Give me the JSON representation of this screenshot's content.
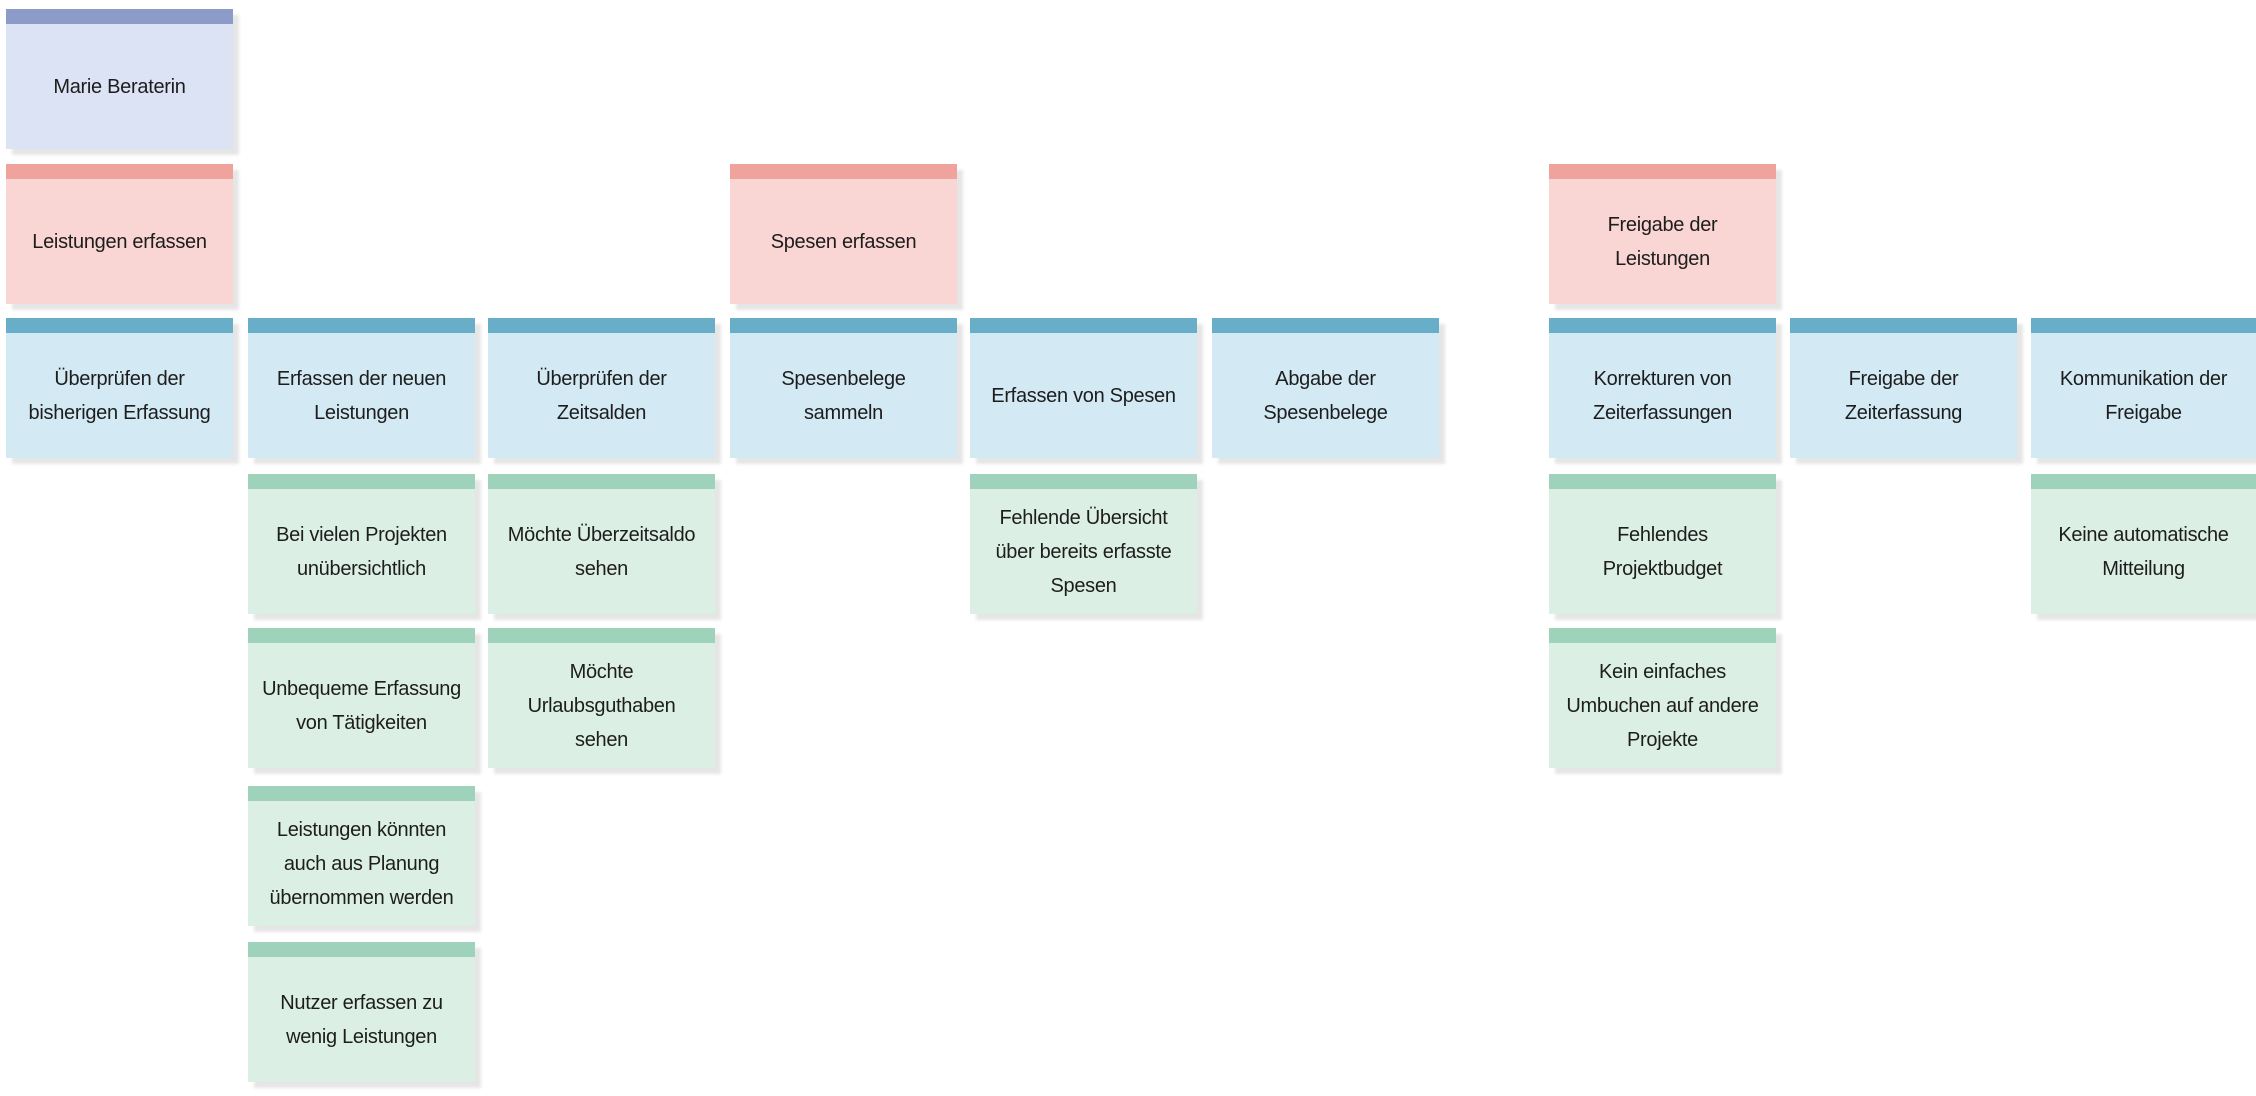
{
  "persona": {
    "label": "Marie Beraterin"
  },
  "steps": [
    {
      "label": "Leistungen erfassen"
    },
    {
      "label": "Spesen erfassen"
    },
    {
      "label": "Freigabe der Leistungen"
    }
  ],
  "tasks": [
    {
      "label": "Überprüfen der bisherigen Erfassung",
      "pain_points": []
    },
    {
      "label": "Erfassen der neuen Leistungen",
      "pain_points": [
        {
          "label": "Bei vielen Projekten unübersichtlich"
        },
        {
          "label": "Unbequeme Erfassung von Tätigkeiten"
        },
        {
          "label": "Leistungen könnten auch aus Planung übernommen werden"
        },
        {
          "label": "Nutzer erfassen zu wenig Leistungen"
        }
      ]
    },
    {
      "label": "Überprüfen der Zeitsalden",
      "pain_points": [
        {
          "label": "Möchte Überzeitsaldo sehen"
        },
        {
          "label": "Möchte Urlaubsguthaben sehen"
        }
      ]
    },
    {
      "label": "Spesenbelege sammeln",
      "pain_points": []
    },
    {
      "label": "Erfassen von Spesen",
      "pain_points": [
        {
          "label": "Fehlende Übersicht über bereits erfasste Spesen"
        }
      ]
    },
    {
      "label": "Abgabe der Spesenbelege",
      "pain_points": []
    },
    {
      "label": "Korrekturen von Zeiterfassungen",
      "pain_points": [
        {
          "label": "Fehlendes Projektbudget"
        },
        {
          "label": "Kein einfaches Umbuchen auf andere Projekte"
        }
      ]
    },
    {
      "label": "Freigabe der Zeiterfassung",
      "pain_points": []
    },
    {
      "label": "Kommunikation der Freigabe",
      "pain_points": [
        {
          "label": "Keine automatische Mitteilung"
        }
      ]
    }
  ],
  "colors": {
    "persona": "#dbe3f5",
    "persona_bar": "#8d9bc9",
    "step": "#f9d5d3",
    "step_bar": "#f0a39c",
    "task": "#d3e9f3",
    "task_bar": "#69aec8",
    "pain": "#dcefe5",
    "pain_bar": "#9fd2ba"
  }
}
